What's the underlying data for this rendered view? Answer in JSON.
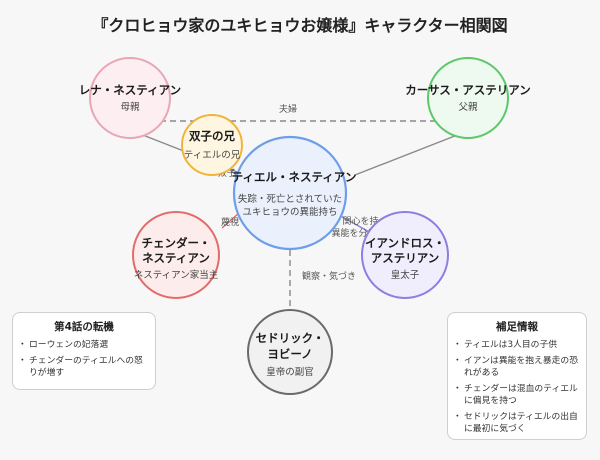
{
  "title": "『クロヒョウ家のユキヒョウお嬢様』キャラクター相関図",
  "nodes": {
    "rena": {
      "name": "レナ・ネスティアン",
      "role": "母親",
      "color": "#e8a6b6",
      "fill": "#fdeef2"
    },
    "carsus": {
      "name": "カーサス・アステリアン",
      "role": "父親",
      "color": "#5cc86a",
      "fill": "#eef9ef"
    },
    "twin": {
      "name": "双子の兄",
      "role": "ティエルの兄",
      "color": "#f0b43c",
      "fill": "#fff6e2"
    },
    "tiel": {
      "name": "ティエル・ネスティアン",
      "role1": "失踪・死亡とされていた",
      "role2": "ユキヒョウの異能持ち",
      "color": "#6f9ee8",
      "fill": "#eaf1fd"
    },
    "chender": {
      "name1": "チェンダー・",
      "name2": "ネスティアン",
      "role": "ネスティアン家当主",
      "color": "#e46b6b",
      "fill": "#fdecec"
    },
    "iandros": {
      "name1": "イアンドロス・",
      "name2": "アステリアン",
      "role": "皇太子",
      "color": "#8b7fe0",
      "fill": "#f0eefc"
    },
    "cedric": {
      "name1": "セドリック・",
      "name2": "ヨビーノ",
      "role": "皇帝の副官",
      "color": "#6a6a6a",
      "fill": "#f1f1f1"
    }
  },
  "edges": {
    "fufu": "夫婦",
    "futago": "双子",
    "bekushi": "蔑視",
    "kanshin1": "関心を持つ",
    "kanshin2": "異能を分けたい",
    "kansatsu": "観察・気づき"
  },
  "colors": {
    "edge_gray": "#8a8a8a",
    "edge_red": "#e46b6b",
    "edge_purple": "#8b7fe0"
  },
  "box_left": {
    "title": "第4話の転機",
    "items": [
      "ローウェンの妃落選",
      "チェンダーのティエルへの怒りが増す"
    ]
  },
  "box_right": {
    "title": "補足情報",
    "items": [
      "ティエルは3人目の子供",
      "イアンは異能を抱え暴走の恐れがある",
      "チェンダーは混血のティエルに偏見を持つ",
      "セドリックはティエルの出自に最初に気づく"
    ]
  }
}
